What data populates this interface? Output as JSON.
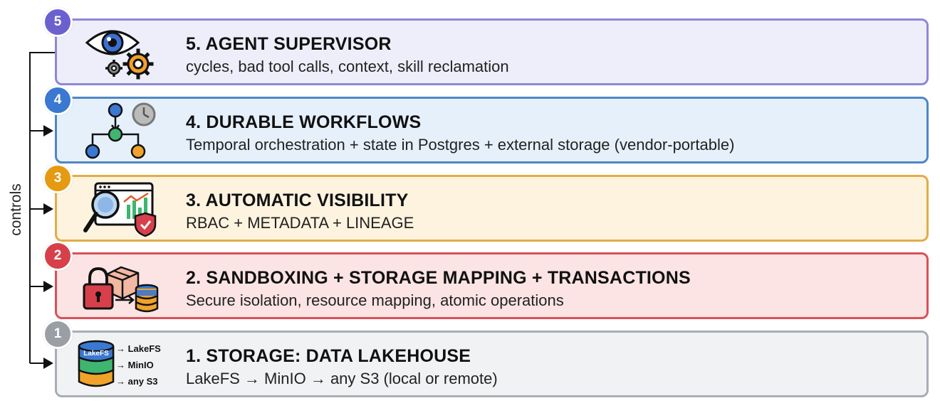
{
  "connector_label": "controls",
  "layers": [
    {
      "id": 5,
      "badge": "5",
      "title": "5. AGENT SUPERVISOR",
      "subtitle": "cycles, bad tool calls, context, skill reclamation",
      "icon": "eye-gear-icon",
      "colors": {
        "border": "#8e87d6",
        "fill": "#eeeefb",
        "badge": "#6a61cf"
      }
    },
    {
      "id": 4,
      "badge": "4",
      "title": "4. DURABLE WORKFLOWS",
      "subtitle": "Temporal orchestration + state in Postgres + external storage (vendor-portable)",
      "icon": "workflow-clock-icon",
      "colors": {
        "border": "#4f86c6",
        "fill": "#e6f0fb",
        "badge": "#3a78d2"
      }
    },
    {
      "id": 3,
      "badge": "3",
      "title": "3. AUTOMATIC VISIBILITY",
      "subtitle": "RBAC + METADATA + LINEAGE",
      "icon": "dashboard-magnifier-shield-icon",
      "colors": {
        "border": "#e2ad45",
        "fill": "#fdf3df",
        "badge": "#e69a12"
      }
    },
    {
      "id": 2,
      "badge": "2",
      "title": "2. SANDBOXING + STORAGE MAPPING + TRANSACTIONS",
      "subtitle": "Secure isolation, resource mapping, atomic operations",
      "icon": "lock-box-database-icon",
      "colors": {
        "border": "#d9515a",
        "fill": "#fbe4e3",
        "badge": "#d7404a"
      }
    },
    {
      "id": 1,
      "badge": "1",
      "title": "1. STORAGE: DATA LAKEHOUSE",
      "subtitle": "LakeFS → MinIO → any S3 (local or remote)",
      "icon": "database-stack-icon",
      "icon_labels": [
        "→ LakeFS",
        "→ MinIO",
        "→ any S3"
      ],
      "icon_text": "LakeFS",
      "colors": {
        "border": "#a8adb5",
        "fill": "#f1f2f4",
        "badge": "#9a9fa6"
      }
    }
  ]
}
